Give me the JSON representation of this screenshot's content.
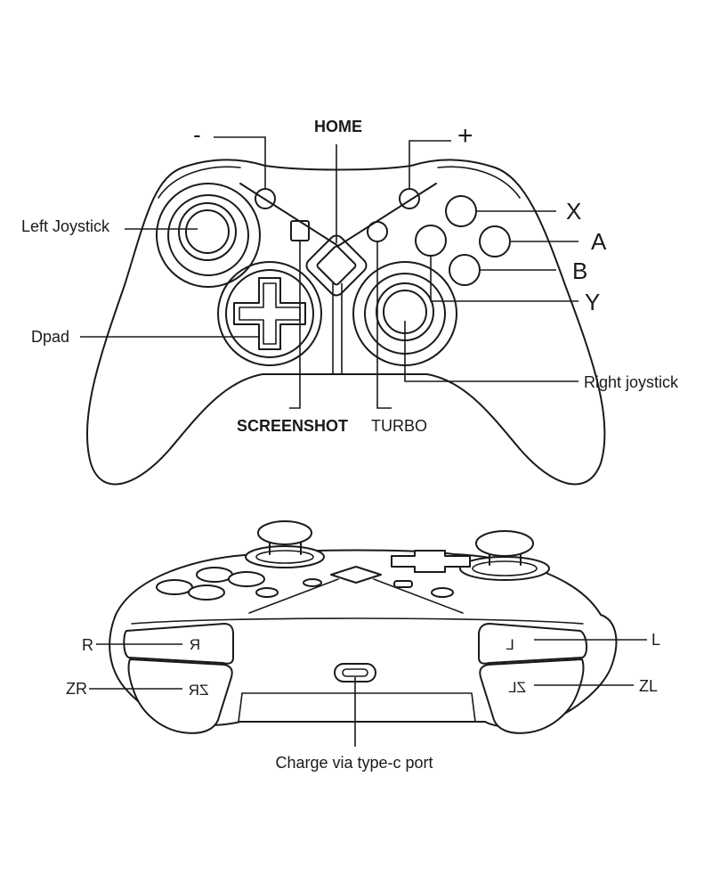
{
  "front_view": {
    "labels": {
      "minus": "-",
      "home": "HOME",
      "plus": "+",
      "left_joystick": "Left Joystick",
      "x": "X",
      "a": "A",
      "b": "B",
      "y": "Y",
      "dpad": "Dpad",
      "right_joystick": "Right joystick",
      "screenshot": "SCREENSHOT",
      "turbo": "TURBO"
    }
  },
  "back_view": {
    "labels": {
      "r_callout": "R",
      "r_on_button": "R",
      "zr_callout": "ZR",
      "zr_on_button": "ZR",
      "l_callout": "L",
      "l_on_button": "L",
      "zl_callout": "ZL",
      "zl_on_button": "ZL",
      "charge": "Charge via type-c port"
    }
  }
}
